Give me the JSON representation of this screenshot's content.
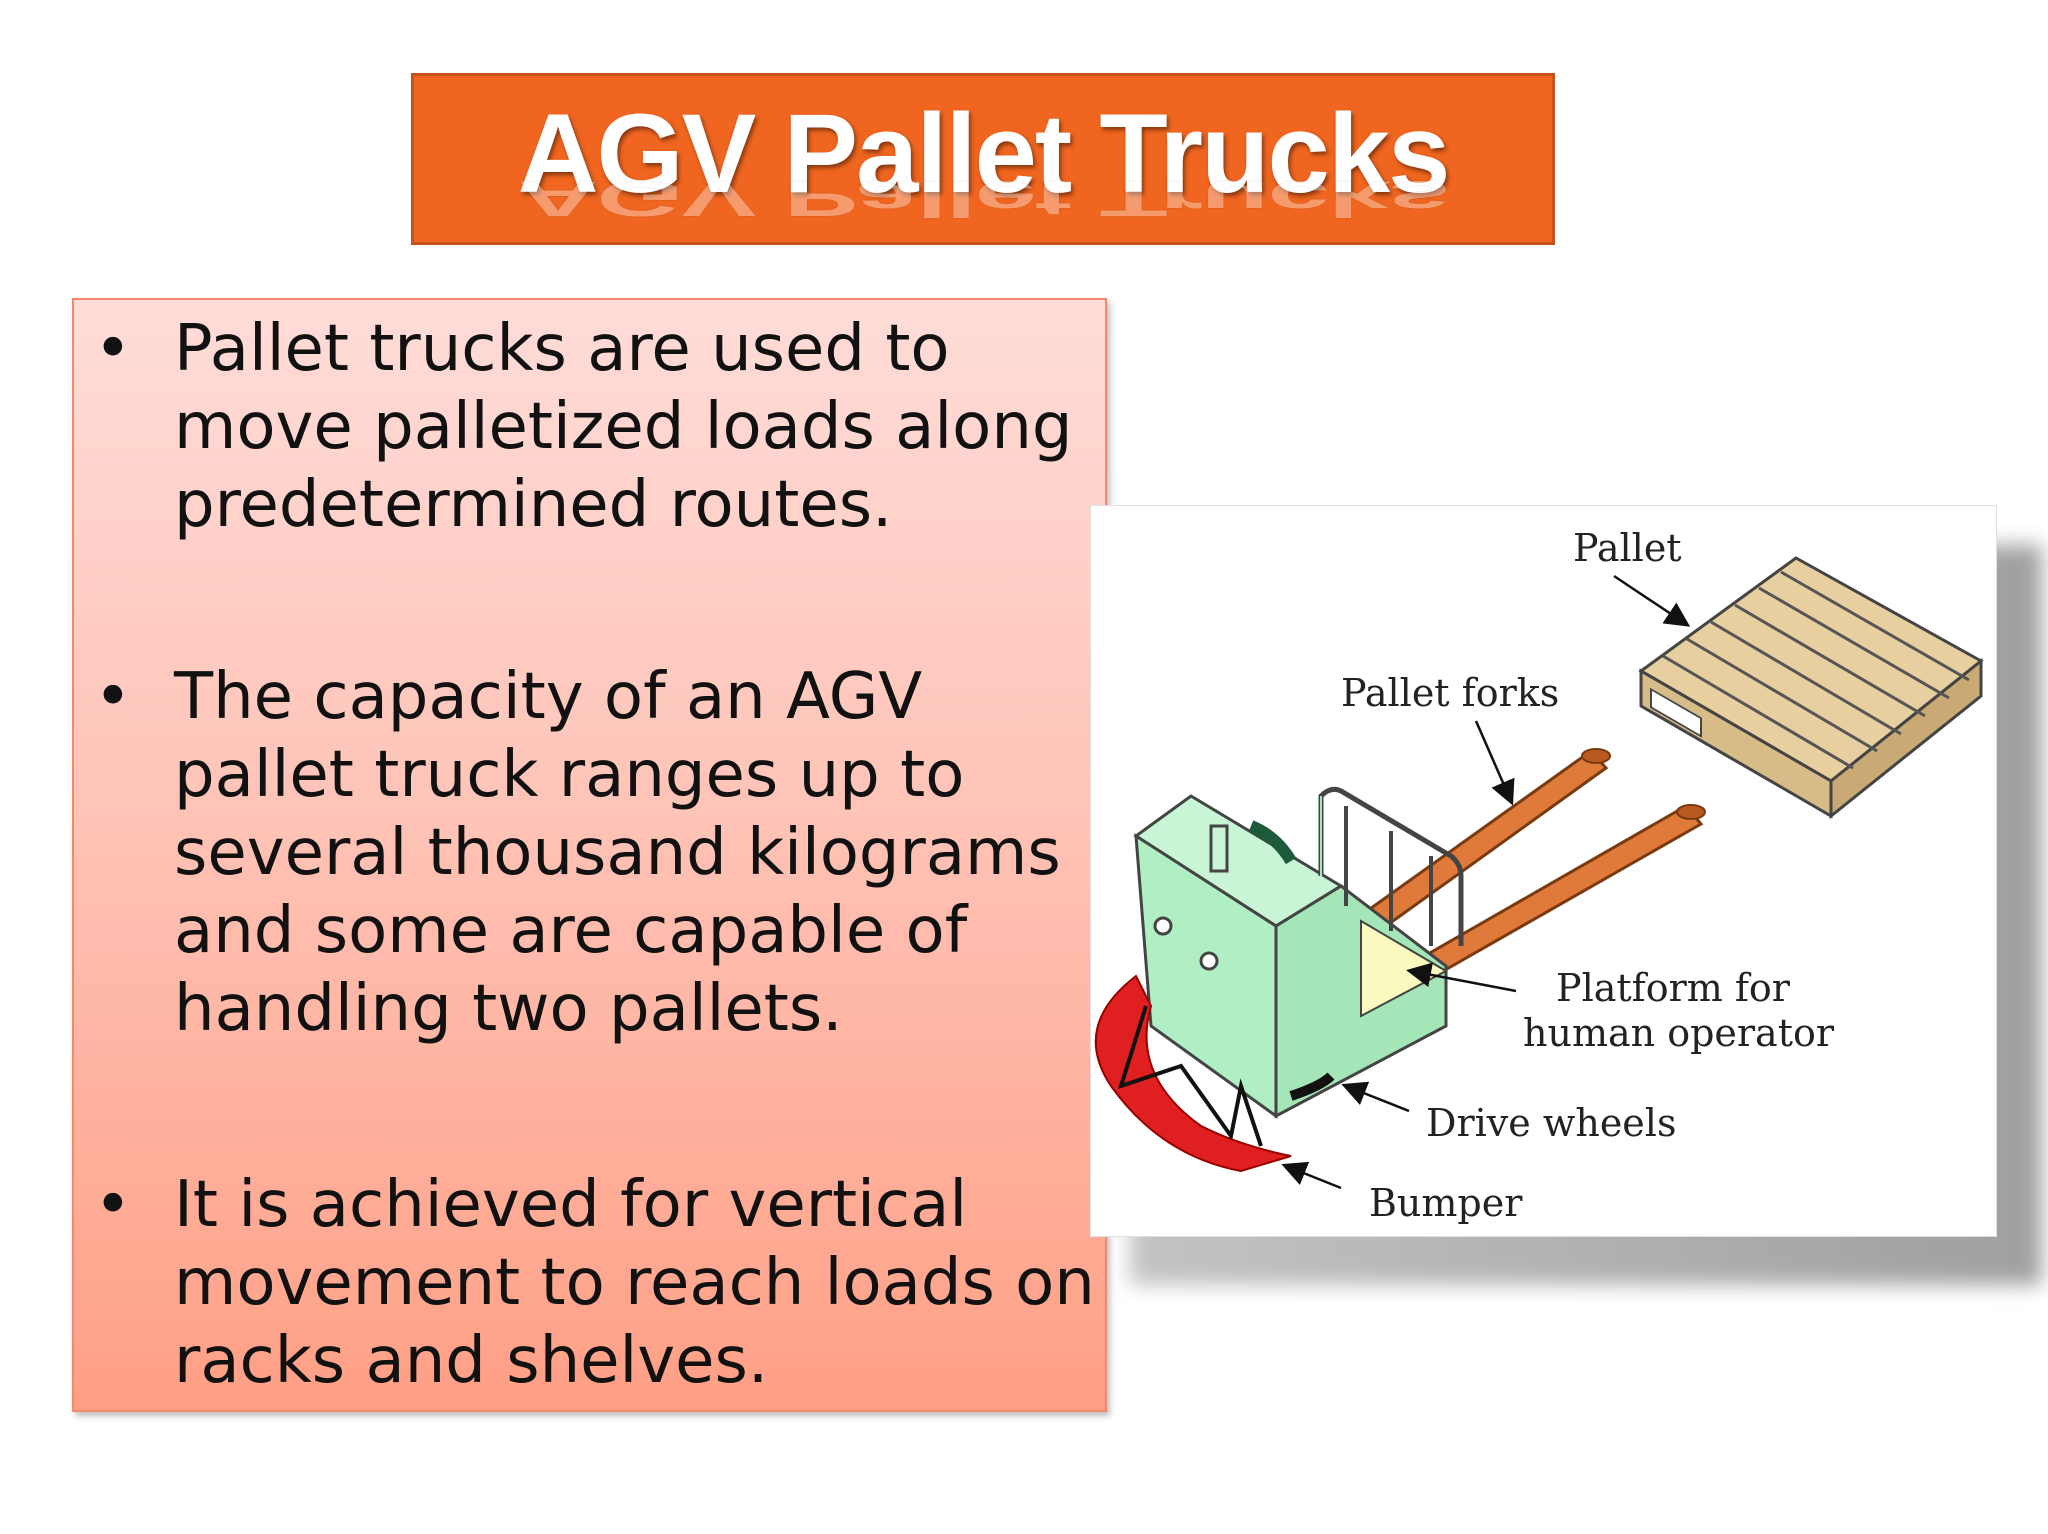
{
  "slide": {
    "title": "AGV Pallet Trucks",
    "bullets": [
      "Pallet trucks are used to move palletized loads along predetermined routes.",
      "The capacity of an AGV pallet truck ranges up to several thousand kilograms and some are capable of handling two pallets.",
      "It is achieved for vertical movement to reach loads on racks and shelves."
    ],
    "bullet_glyph": "•"
  },
  "figure": {
    "labels": {
      "pallet": "Pallet",
      "pallet_forks": "Pallet forks",
      "platform_line1": "Platform for",
      "platform_line2": "human operator",
      "drive_wheels": "Drive wheels",
      "bumper": "Bumper"
    }
  },
  "colors": {
    "title_bg": "#f0651f",
    "text_box_top": "#ffdcd8",
    "text_box_bottom": "#ff9f85",
    "truck_body": "#b8f0c8",
    "forks": "#e07a3a",
    "pallet": "#e8cfa0",
    "bumper": "#e02020"
  }
}
